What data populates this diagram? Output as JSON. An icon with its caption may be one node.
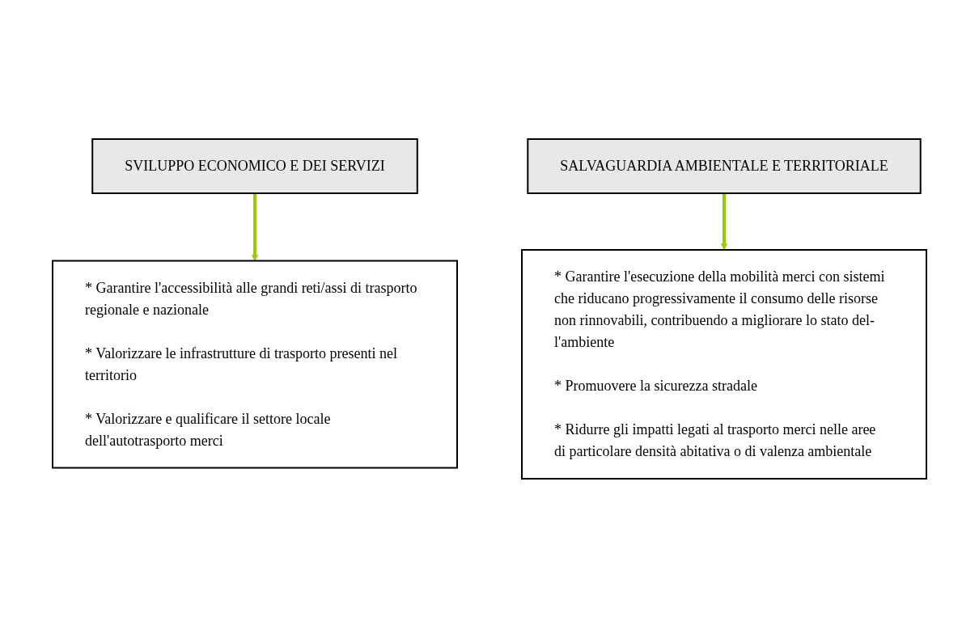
{
  "diagram": {
    "nodes": [
      {
        "text": [
          "SVILUPPO ECONOMICO E DEI SERVIZI"
        ]
      },
      {
        "text": [
          "SALVAGUARDIA AMBIENTALE E TERRITORIALE"
        ]
      },
      {
        "text": [
          "* Garantire l'accessibilità alle grandi reti/assi di trasporto regionale e nazionale",
          "* Valorizzare le infrastrutture di trasporto presenti nel territorio",
          "* Valorizzare e qualificare il settore locale dell'autotrasporto merci"
        ]
      },
      {
        "text": [
          "* Garantire l'esecuzione della mobilità merci con sistemi che riducano progressivamente il consumo delle risorse non rinnovabili, contribuendo a migliorare lo stato del- l'ambiente",
          "* Promuovere la sicurezza stradale",
          "* Ridurre gli impatti legati al trasporto merci nelle aree di particolare densità abitativa o di valenza ambientale"
        ]
      }
    ],
    "edges": [
      {
        "from": 0,
        "to": 2,
        "arrow": "to",
        "color": "#99cc00"
      },
      {
        "from": 1,
        "to": 3,
        "arrow": "to",
        "color": "#99cc00"
      }
    ]
  }
}
